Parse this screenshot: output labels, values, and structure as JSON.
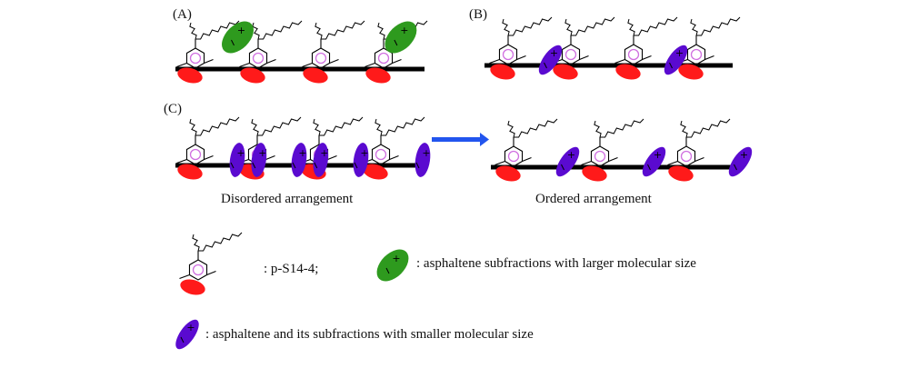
{
  "colors": {
    "surface": "#000000",
    "ring_circle": "#d070e0",
    "head": "#ff1a1a",
    "large_asphaltene": "#2e9a1e",
    "small_asphaltene": "#5a0ad0",
    "arrow": "#2255ee"
  },
  "panels": [
    {
      "id": "A",
      "label": "(A)",
      "molecules": 4,
      "asphaltenes": [
        {
          "type": "large",
          "between": 1
        },
        {
          "type": "large",
          "between": 3.6
        }
      ]
    },
    {
      "id": "B",
      "label": "(B)",
      "molecules": 4,
      "asphaltenes": [
        {
          "type": "small",
          "between": 1
        },
        {
          "type": "small",
          "between": 3
        }
      ]
    },
    {
      "id": "C-left",
      "label": "(C)",
      "caption": "Disordered arrangement",
      "molecules": 4,
      "asphaltenes": [
        {
          "type": "small-upright",
          "between": 1
        },
        {
          "type": "small-upright",
          "between": 1.35
        },
        {
          "type": "small-upright",
          "between": 2
        },
        {
          "type": "small-upright",
          "between": 2.35
        },
        {
          "type": "small-upright",
          "between": 3
        },
        {
          "type": "small-upright",
          "between": 4
        }
      ]
    },
    {
      "id": "C-right",
      "label": "",
      "caption": "Ordered arrangement",
      "molecules": 3,
      "asphaltenes": [
        {
          "type": "small",
          "between": 1
        },
        {
          "type": "small",
          "between": 2
        },
        {
          "type": "small",
          "between": 3
        }
      ]
    }
  ],
  "arrow": {
    "direction": "right",
    "meaning": "disordered to ordered"
  },
  "legend": {
    "surfactant_label": ": p-S14-4;",
    "large_label": ":  asphaltene subfractions with larger molecular size",
    "small_label": ": asphaltene and its subfractions with smaller molecular size"
  }
}
